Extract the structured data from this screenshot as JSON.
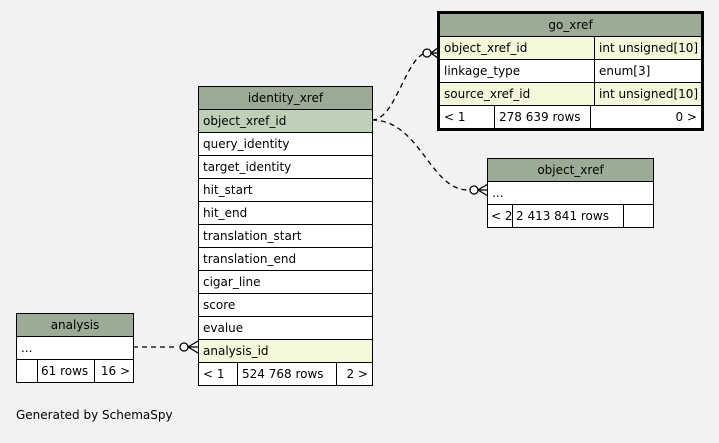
{
  "tables": {
    "go_xref": {
      "title": "go_xref",
      "columns": [
        {
          "name": "object_xref_id",
          "type": "int unsigned[10]"
        },
        {
          "name": "linkage_type",
          "type": "enum[3]"
        },
        {
          "name": "source_xref_id",
          "type": "int unsigned[10]"
        }
      ],
      "footer": {
        "parents": "< 1",
        "rows": "278 639 rows",
        "children": "0 >"
      }
    },
    "identity_xref": {
      "title": "identity_xref",
      "columns": [
        "object_xref_id",
        "query_identity",
        "target_identity",
        "hit_start",
        "hit_end",
        "translation_start",
        "translation_end",
        "cigar_line",
        "score",
        "evalue",
        "analysis_id"
      ],
      "footer": {
        "parents": "< 1",
        "rows": "524 768 rows",
        "children": "2 >"
      }
    },
    "object_xref": {
      "title": "object_xref",
      "columns": [
        "..."
      ],
      "footer": {
        "parents": "< 2",
        "rows": "2 413 841 rows",
        "children": ""
      }
    },
    "analysis": {
      "title": "analysis",
      "columns": [
        "..."
      ],
      "footer": {
        "parents": "",
        "rows": "61 rows",
        "children": "16 >"
      }
    }
  },
  "generated_by": "Generated by SchemaSpy",
  "colors": {
    "background": "#f2f2f2",
    "header": "#9bab96",
    "primary_key": "#bed1b8",
    "foreign_key": "#f4f7da",
    "border": "#000000"
  }
}
